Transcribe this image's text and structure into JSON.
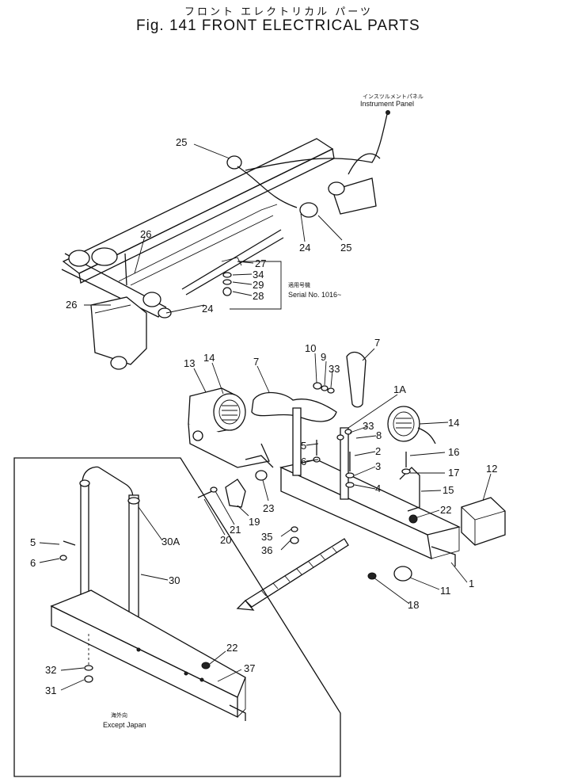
{
  "title_jp": "フロント エレクトリカル パーツ",
  "title_en": "Fig. 141 FRONT ELECTRICAL PARTS",
  "notes": {
    "instrument_jp": "インスツルメントパネル",
    "instrument_en": "Instrument Panel",
    "serial_jp": "適用号機",
    "serial_en": "Serial No. 1016~",
    "except_jp": "海外向",
    "except_en": "Except Japan"
  },
  "callouts": {
    "c25a": "25",
    "c25b": "25",
    "c24a": "24",
    "c24b": "24",
    "c26a": "26",
    "c26b": "26",
    "c27": "27",
    "c34": "34",
    "c29": "29",
    "c28": "28",
    "c10": "10",
    "c9": "9",
    "c33a": "33",
    "c7a": "7",
    "c7b": "7",
    "c1a": "1A",
    "c13": "13",
    "c14a": "14",
    "c14b": "14",
    "c33b": "33",
    "c8": "8",
    "c5a": "5",
    "c6a": "6",
    "c2": "2",
    "c3": "3",
    "c4": "4",
    "c16": "16",
    "c17": "17",
    "c15": "15",
    "c12": "12",
    "c22a": "22",
    "c23": "23",
    "c19": "19",
    "c21": "21",
    "c20": "20",
    "c35": "35",
    "c36": "36",
    "c1": "1",
    "c11": "11",
    "c18": "18",
    "c5b": "5",
    "c6b": "6",
    "c30a": "30A",
    "c30": "30",
    "c22b": "22",
    "c37": "37",
    "c32": "32",
    "c31": "31"
  }
}
